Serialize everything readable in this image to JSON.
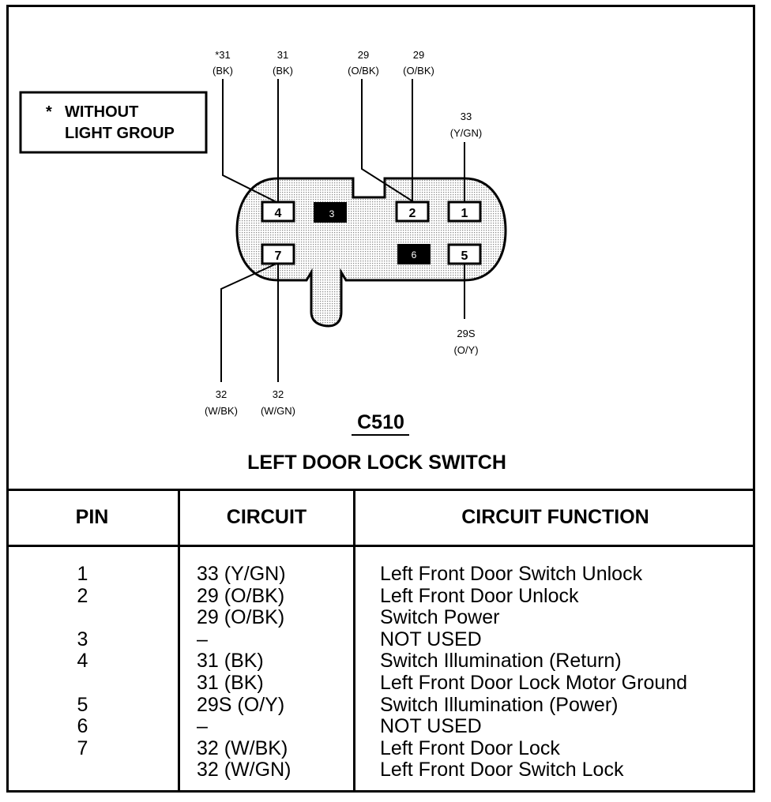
{
  "diagram": {
    "connector_id": "C510",
    "title": "LEFT DOOR LOCK SWITCH",
    "legend": {
      "star": "*",
      "line1": "WITHOUT",
      "line2": "LIGHT GROUP"
    },
    "wires": {
      "w4_num": "*31",
      "w4_color": "(BK)",
      "w4b_num": "31",
      "w4b_color": "(BK)",
      "w2a_num": "29",
      "w2a_color": "(O/BK)",
      "w2b_num": "29",
      "w2b_color": "(O/BK)",
      "w1_num": "33",
      "w1_color": "(Y/GN)",
      "w5_num": "29S",
      "w5_color": "(O/Y)",
      "w7a_num": "32",
      "w7a_color": "(W/BK)",
      "w7b_num": "32",
      "w7b_color": "(W/GN)"
    },
    "pins": {
      "p1": "1",
      "p2": "2",
      "p3": "3",
      "p4": "4",
      "p5": "5",
      "p6": "6",
      "p7": "7"
    }
  },
  "table": {
    "headers": {
      "pin": "PIN",
      "circuit": "CIRCUIT",
      "function": "CIRCUIT FUNCTION"
    },
    "rows": [
      {
        "pin": "1",
        "circuit": "33 (Y/GN)",
        "function": "Left Front Door Switch Unlock"
      },
      {
        "pin": "2",
        "circuit": "29 (O/BK)",
        "function": "Left Front Door Unlock"
      },
      {
        "pin": "",
        "circuit": "29 (O/BK)",
        "function": "Switch Power"
      },
      {
        "pin": "3",
        "circuit": "–",
        "function": "NOT USED"
      },
      {
        "pin": "4",
        "circuit": "31 (BK)",
        "function": "Switch Illumination (Return)"
      },
      {
        "pin": "",
        "circuit": "31 (BK)",
        "function": "Left Front Door Lock Motor Ground"
      },
      {
        "pin": "5",
        "circuit": "29S (O/Y)",
        "function": "Switch Illumination (Power)"
      },
      {
        "pin": "6",
        "circuit": "–",
        "function": "NOT USED"
      },
      {
        "pin": "7",
        "circuit": "32 (W/BK)",
        "function": "Left Front Door Lock"
      },
      {
        "pin": "",
        "circuit": "32 (W/GN)",
        "function": "Left Front Door Switch Lock"
      }
    ]
  }
}
